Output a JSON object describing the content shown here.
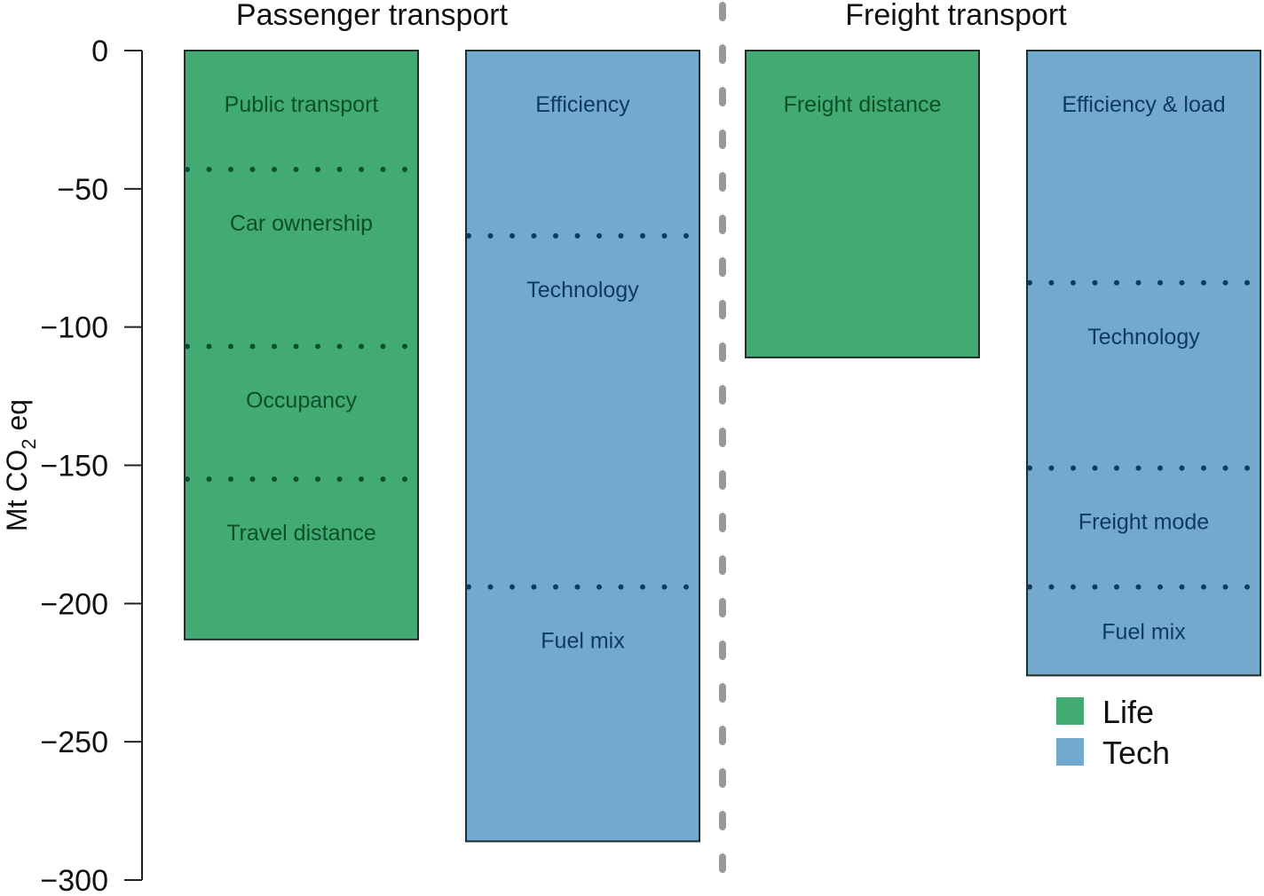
{
  "colors": {
    "life": "#42ab73",
    "tech": "#73a8cf",
    "life_text": "#0c4f2b",
    "tech_text": "#0f3a60",
    "bar_border": "#1e2f2a",
    "separator": "#999999",
    "axis": "#222222"
  },
  "chart_data": {
    "type": "bar",
    "stacked": true,
    "ylabel": "Mt CO2 eq",
    "ylabel_parts": {
      "main": "Mt CO",
      "sub": "2",
      "tail": " eq"
    },
    "ylim": [
      -300,
      0
    ],
    "yticks": [
      0,
      -50,
      -100,
      -150,
      -200,
      -250,
      -300
    ],
    "ytick_labels": [
      "0",
      "−50",
      "−100",
      "−150",
      "−200",
      "−250",
      "−300"
    ],
    "grid": false,
    "panels": [
      {
        "title": "Passenger transport"
      },
      {
        "title": "Freight transport"
      }
    ],
    "bars": [
      {
        "panel": 0,
        "group": "Life",
        "segments": [
          {
            "label": "Public transport",
            "value": -43
          },
          {
            "label": "Car ownership",
            "value": -64
          },
          {
            "label": "Occupancy",
            "value": -48
          },
          {
            "label": "Travel distance",
            "value": -58
          }
        ],
        "total": -213
      },
      {
        "panel": 0,
        "group": "Tech",
        "segments": [
          {
            "label": "Efficiency",
            "value": -67
          },
          {
            "label": "Technology",
            "value": -127
          },
          {
            "label": "Fuel mix",
            "value": -92
          }
        ],
        "total": -286
      },
      {
        "panel": 1,
        "group": "Life",
        "segments": [
          {
            "label": "Freight distance",
            "value": -111
          }
        ],
        "total": -111
      },
      {
        "panel": 1,
        "group": "Tech",
        "segments": [
          {
            "label": "Efficiency & load",
            "value": -84
          },
          {
            "label": "Technology",
            "value": -67
          },
          {
            "label": "Freight mode",
            "value": -43
          },
          {
            "label": "Fuel mix",
            "value": -32
          }
        ],
        "total": -226
      }
    ],
    "legend": {
      "position": "bottom-right",
      "entries": [
        {
          "label": "Life",
          "group": "Life"
        },
        {
          "label": "Tech",
          "group": "Tech"
        }
      ]
    }
  }
}
